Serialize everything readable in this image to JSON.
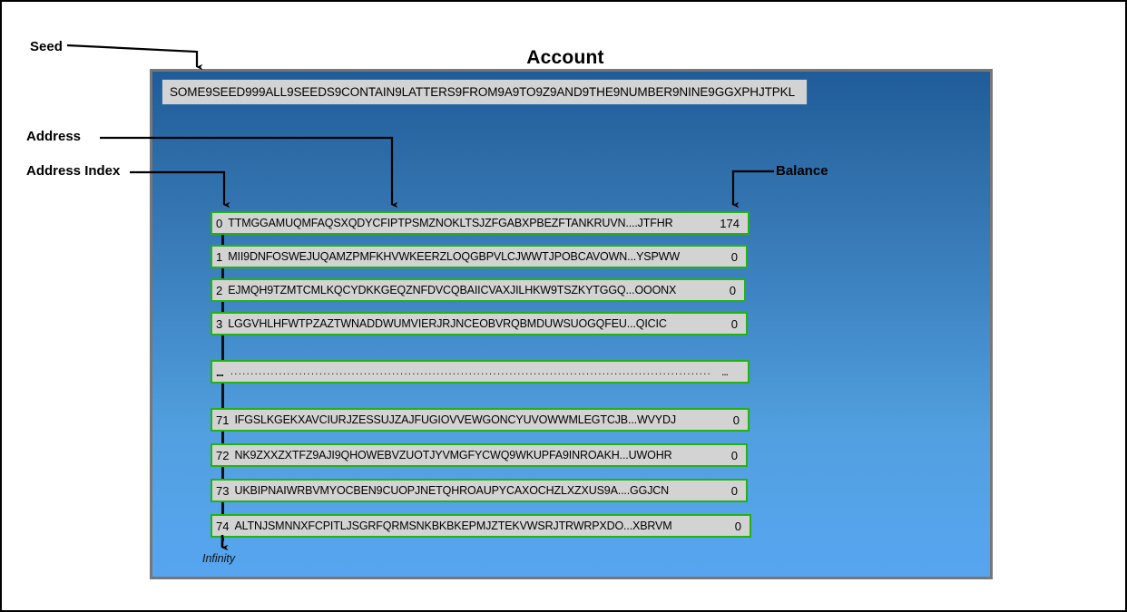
{
  "page_title": "Account",
  "seed": {
    "label": "Seed",
    "value": "SOME9SEED999ALL9SEEDS9CONTAIN9LATTERS9FROM9A9TO9Z9AND9THE9NUMBER9NINE9GGXPHJTPKL"
  },
  "annotations": {
    "address": "Address",
    "address_index": "Address Index",
    "balance": "Balance",
    "infinity": "Infinity"
  },
  "colors": {
    "row_border_green": "#22b312",
    "row_fill_gray": "#d3d3d3",
    "panel_border_gray": "#777777",
    "panel_top_blue": "#1f5c99",
    "panel_bottom_blue": "#57a5f0",
    "seed_border_blue": "#2d6ca8"
  },
  "table": {
    "columns": [
      "Address Index",
      "Address",
      "Balance"
    ],
    "rows": [
      {
        "index": "0",
        "address": "TTMGGAMUQMFAQSXQDYCFIPTPSMZNOKLTSJZFGABXPBEZFTANKRUVN....JTFHR",
        "balance": "174"
      },
      {
        "index": "1",
        "address": "MII9DNFOSWEJUQAMZPMFKHVWKEERZLOQGBPVLCJWWTJPOBCAVOWN...YSPWW",
        "balance": "0"
      },
      {
        "index": "2",
        "address": "EJMQH9TZMTCMLKQCYDKKGEQZNFDVCQBAIICVAXJILHKW9TSZKYTGGQ...OOONX",
        "balance": "0"
      },
      {
        "index": "3",
        "address": "LGGVHLHFWTPZAZTWNADDWUMVIERJRJNCEOBVRQBMDUWSUOGQFEU...QICIC",
        "balance": "0"
      }
    ],
    "ellipsis_row": {
      "left": "...",
      "dots": "........................................................................................................................................",
      "right": "..."
    },
    "rows_tail": [
      {
        "index": "71",
        "address": "IFGSLKGEKXAVCIURJZESSUJZAJFUGIOVVEWGONCYUVOWWMLEGTCJB...WVYDJ",
        "balance": "0"
      },
      {
        "index": "72",
        "address": "NK9ZXXZXTFZ9AJI9QHOWEBVZUOTJYVMGFYCWQ9WKUPFA9INROAKH...UWOHR",
        "balance": "0"
      },
      {
        "index": "73",
        "address": "UKBIPNAIWRBVMYOCBEN9CUOPJNETQHROAUPYCAXOCHZLXZXUS9A....GGJCN",
        "balance": "0"
      },
      {
        "index": "74",
        "address": "ALTNJSMNNXFCPITLJSGRFQRMSNKBKBKEPMJZTEKVWSRJTRWRPXDO...XBRVM",
        "balance": "0"
      }
    ]
  }
}
